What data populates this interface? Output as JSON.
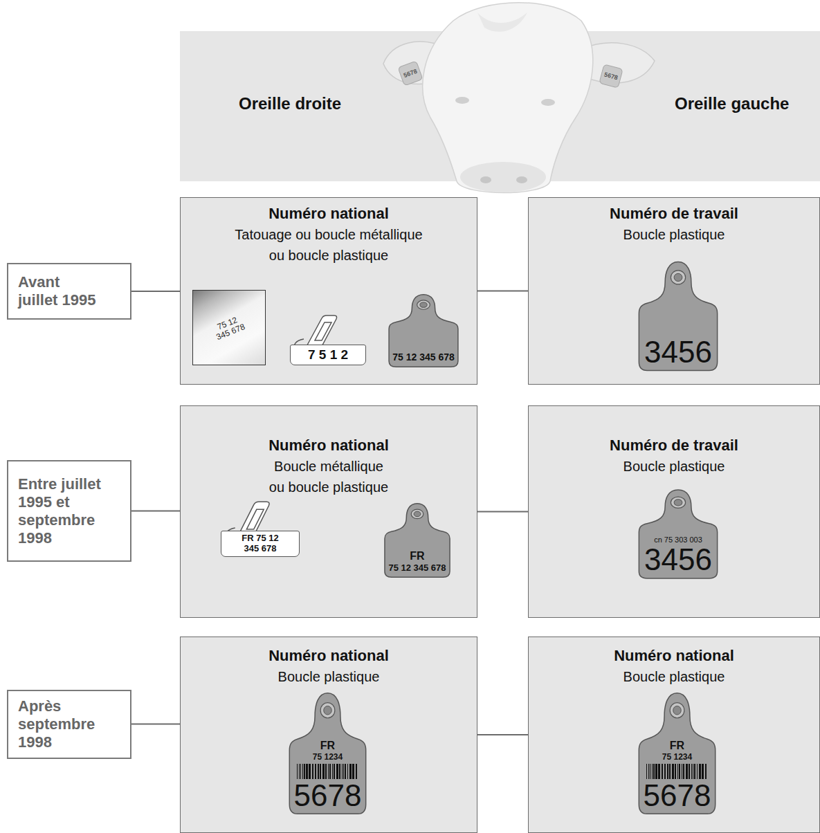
{
  "diagram": {
    "nodes": [
      {
        "text": [
          "Oreille droite",
          "Oreille gauche"
        ]
      },
      {
        "text": [
          "Avant juillet 1995"
        ]
      },
      {
        "text": [
          "Numéro national",
          "Tatouage ou boucle métallique ou boucle plastique"
        ]
      },
      {
        "text": [
          "75 12 345 678"
        ],
        "in": 2
      },
      {
        "text": [
          "7 5 1 2"
        ],
        "in": 2
      },
      {
        "text": [
          "75 12 345 678"
        ],
        "in": 2
      },
      {
        "text": [
          "Numéro de travail",
          "Boucle plastique"
        ]
      },
      {
        "text": [
          "3456"
        ],
        "in": 6
      },
      {
        "text": [
          "Entre juillet 1995 et septembre 1998"
        ]
      },
      {
        "text": [
          "Numéro national",
          "Boucle métallique ou boucle plastique"
        ]
      },
      {
        "text": [
          "FR 75 12 345 678"
        ],
        "in": 9
      },
      {
        "text": [
          "FR",
          "75 12 345 678"
        ],
        "in": 9
      },
      {
        "text": [
          "Numéro de travail",
          "Boucle plastique"
        ]
      },
      {
        "text": [
          "cn 75 303 003",
          "3456"
        ],
        "in": 12
      },
      {
        "text": [
          "Après septembre 1998"
        ]
      },
      {
        "text": [
          "Numéro national",
          "Boucle plastique"
        ]
      },
      {
        "text": [
          "FR",
          "75 1234",
          "5678"
        ],
        "in": 15
      },
      {
        "text": [
          "Numéro national",
          "Boucle plastique"
        ]
      },
      {
        "text": [
          "FR",
          "75 1234",
          "5678"
        ],
        "in": 17
      }
    ],
    "edges": [
      {
        "from": 1,
        "to": 2,
        "arrow": "none"
      },
      {
        "from": 2,
        "to": 6,
        "arrow": "none"
      },
      {
        "from": 8,
        "to": 9,
        "arrow": "none"
      },
      {
        "from": 9,
        "to": 12,
        "arrow": "none"
      },
      {
        "from": 14,
        "to": 15,
        "arrow": "none"
      },
      {
        "from": 15,
        "to": 17,
        "arrow": "none"
      }
    ],
    "labels": [
      "5678",
      "5678"
    ]
  }
}
